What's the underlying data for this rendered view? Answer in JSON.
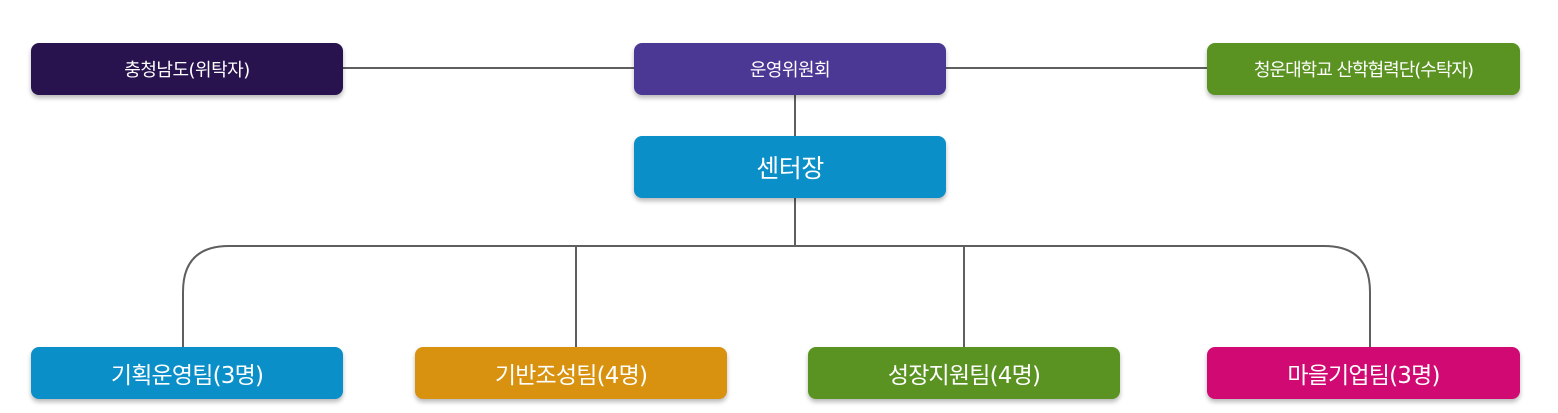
{
  "org_chart": {
    "top_left": {
      "label": "충청남도(위탁자)",
      "color": "#28134f"
    },
    "top_center": {
      "label": "운영위원회",
      "color": "#4b3794"
    },
    "top_right": {
      "label": "청운대학교 산학협력단(수탁자)",
      "color": "#5a9321"
    },
    "center_head": {
      "label": "센터장",
      "color": "#0b8fc9"
    },
    "teams": [
      {
        "label": "기획운영팀(3명)",
        "color": "#0b8fc9"
      },
      {
        "label": "기반조성팀(4명)",
        "color": "#d8920f"
      },
      {
        "label": "성장지원팀(4명)",
        "color": "#5a9321"
      },
      {
        "label": "마을기업팀(3명)",
        "color": "#d10a73"
      }
    ],
    "connector_color": "#5f5f5f"
  }
}
